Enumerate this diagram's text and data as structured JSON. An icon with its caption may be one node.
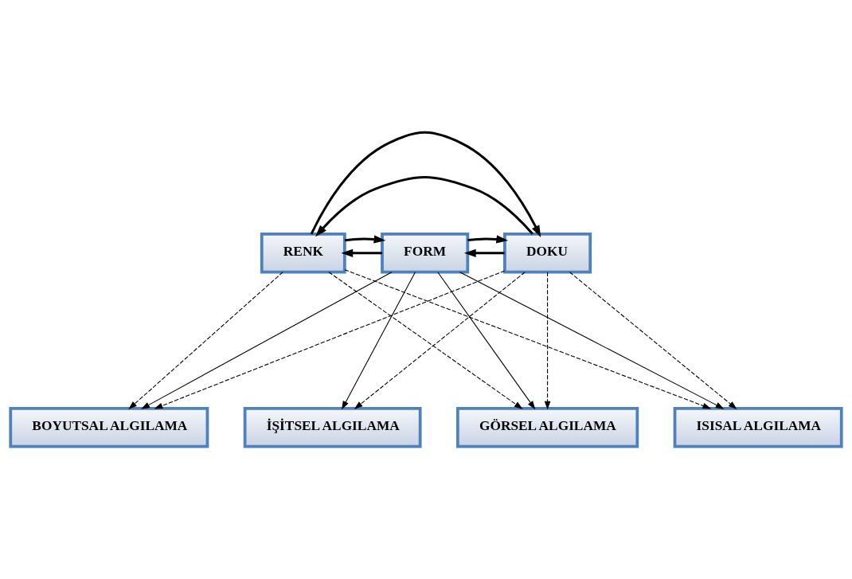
{
  "diagram": {
    "nodes": [
      {
        "text": [
          "RENK"
        ]
      },
      {
        "text": [
          "FORM"
        ]
      },
      {
        "text": [
          "DOKU"
        ]
      },
      {
        "text": [
          "BOYUTSAL ALGILAMA"
        ]
      },
      {
        "text": [
          "İŞİTSEL ALGILAMA"
        ]
      },
      {
        "text": [
          "GÖRSEL ALGILAMA"
        ]
      },
      {
        "text": [
          "ISISAL ALGILAMA"
        ]
      }
    ],
    "edges": [
      {
        "from": 2,
        "to": 0,
        "arrow": "to",
        "style": "thick"
      },
      {
        "from": 0,
        "to": 2,
        "arrow": "to",
        "style": "thick"
      },
      {
        "from": 1,
        "to": 0,
        "arrow": "to",
        "style": "thick"
      },
      {
        "from": 0,
        "to": 1,
        "arrow": "to",
        "style": "thick"
      },
      {
        "from": 2,
        "to": 1,
        "arrow": "to",
        "style": "thick"
      },
      {
        "from": 1,
        "to": 2,
        "arrow": "to",
        "style": "thick"
      },
      {
        "from": 0,
        "to": 3,
        "arrow": "to",
        "style": "dashed"
      },
      {
        "from": 0,
        "to": 5,
        "arrow": "to",
        "style": "dashed"
      },
      {
        "from": 0,
        "to": 6,
        "arrow": "to",
        "style": "dashed"
      },
      {
        "from": 1,
        "to": 3,
        "arrow": "to"
      },
      {
        "from": 1,
        "to": 4,
        "arrow": "to"
      },
      {
        "from": 1,
        "to": 5,
        "arrow": "to"
      },
      {
        "from": 1,
        "to": 6,
        "arrow": "to"
      },
      {
        "from": 2,
        "to": 3,
        "arrow": "to",
        "style": "dashed"
      },
      {
        "from": 2,
        "to": 4,
        "arrow": "to",
        "style": "dashed"
      },
      {
        "from": 2,
        "to": 5,
        "arrow": "to",
        "style": "dashed"
      },
      {
        "from": 2,
        "to": 6,
        "arrow": "to",
        "style": "dashed"
      }
    ]
  }
}
